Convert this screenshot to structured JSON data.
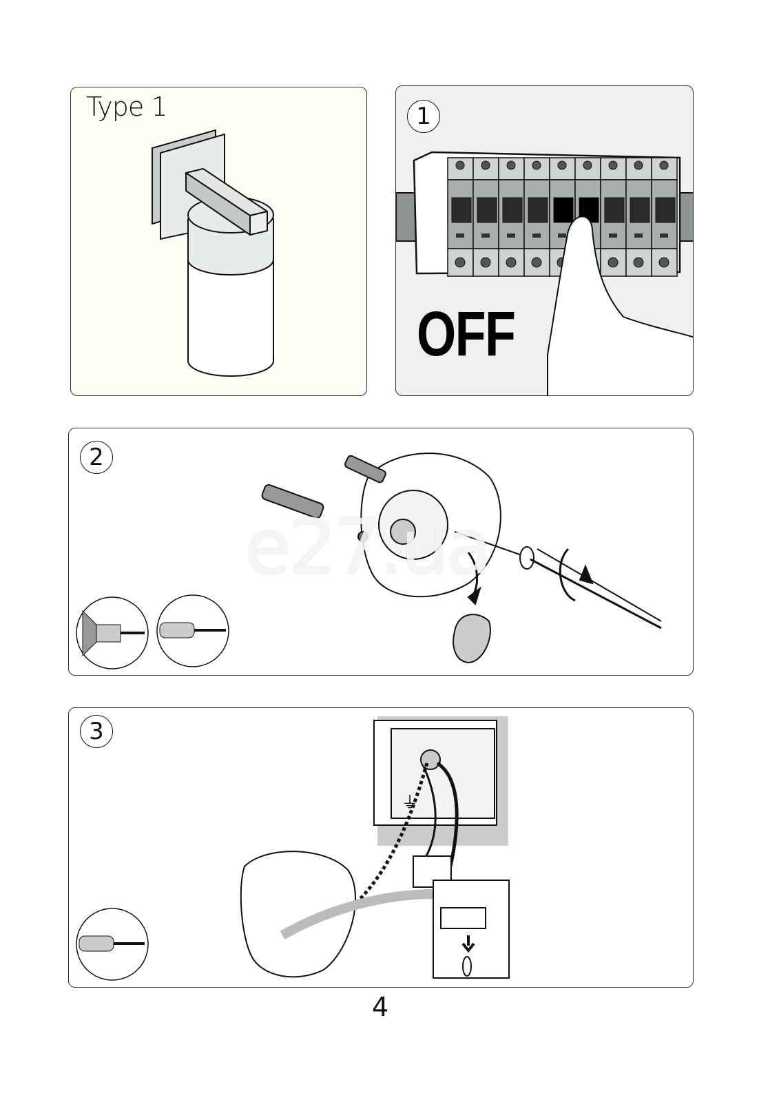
{
  "panels": {
    "type": {
      "label": "Type 1"
    },
    "step1": {
      "number": "1",
      "text": "OFF"
    },
    "step2": {
      "number": "2"
    },
    "step3": {
      "number": "3"
    }
  },
  "watermark": "e27.ua",
  "page_number": "4",
  "icons": [
    "wall-lamp",
    "circuit-breaker-panel",
    "drill-icon",
    "screwdriver-icon",
    "junction-box",
    "ground-symbol"
  ]
}
